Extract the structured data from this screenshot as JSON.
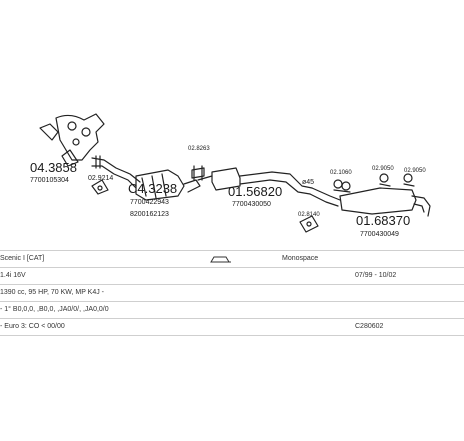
{
  "parts": {
    "manifold": {
      "code": "04.3858",
      "ref": "7700105304"
    },
    "gasket_1": {
      "code": "02.9214"
    },
    "cat": {
      "code": "C4.3238",
      "ref_1": "7700422943",
      "ref_2": "8200162123"
    },
    "clamp_1": {
      "code": "02.8263"
    },
    "middle": {
      "code": "01.56820",
      "ref": "7700430050"
    },
    "clamp_size": {
      "code": "ø45"
    },
    "gasket_2": {
      "code": "02.8140"
    },
    "hanger_1": {
      "code": "02.1060"
    },
    "hanger_2": {
      "code": "02.9050"
    },
    "hanger_3": {
      "code": "02.9050"
    },
    "rear": {
      "code": "01.68370",
      "ref": "7700430049"
    }
  },
  "table": {
    "rows": [
      {
        "left": "Scenic I [CAT]",
        "mid": "Monospace",
        "right": ""
      },
      {
        "left": "1.4i 16V",
        "mid": "",
        "right": "07/99 - 10/02"
      },
      {
        "left": "1390 cc, 95 HP, 70 KW, MP K4J -",
        "mid": "",
        "right": ""
      },
      {
        "left": "- 1° B0,0,0, ,B0,0, ,JA0/0/, ,JA0,0/0",
        "mid": "",
        "right": ""
      },
      {
        "left": "- Euro 3: CO < 00/00",
        "mid": "",
        "right": "C280602"
      }
    ]
  }
}
